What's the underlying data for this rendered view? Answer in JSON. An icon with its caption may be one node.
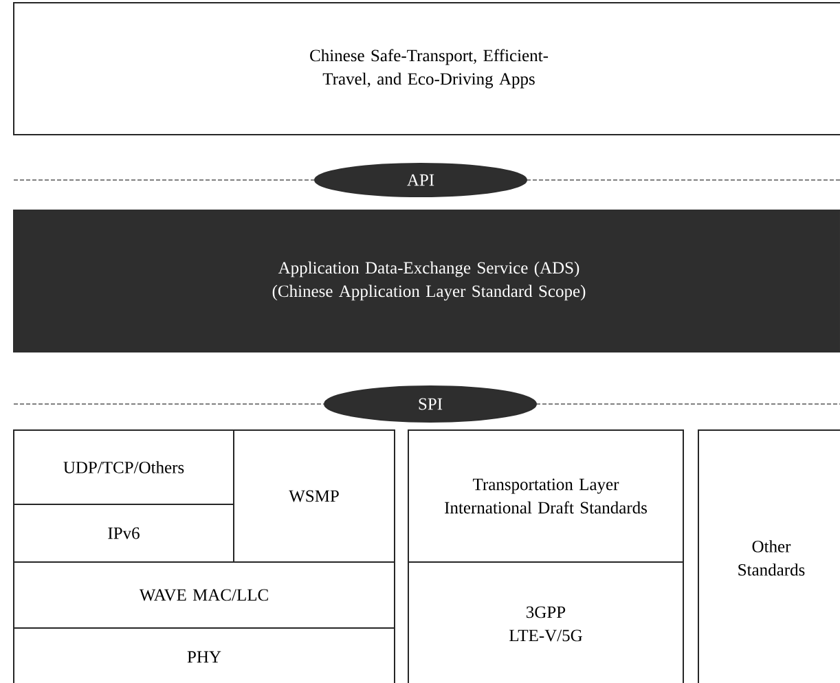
{
  "diagram": {
    "nodes": [
      {
        "text": [
          "Chinese Safe-Transport, Efficient-Travel, and Eco-Driving Apps"
        ]
      },
      {
        "text": [
          "API"
        ]
      },
      {
        "text": [
          "Application Data-Exchange Service (ADS) (Chinese Application Layer Standard Scope)"
        ]
      },
      {
        "text": [
          "SPI"
        ]
      },
      {
        "text": [
          "UDP/TCP/Others"
        ]
      },
      {
        "text": [
          "IPv6"
        ]
      },
      {
        "text": [
          "WSMP"
        ]
      },
      {
        "text": [
          "WAVE MAC/LLC"
        ]
      },
      {
        "text": [
          "PHY"
        ]
      },
      {
        "text": [
          "Transportation Layer International Draft Standards"
        ]
      },
      {
        "text": [
          "3GPP LTE-V/5G"
        ]
      },
      {
        "text": [
          "Other Standards"
        ]
      }
    ]
  }
}
